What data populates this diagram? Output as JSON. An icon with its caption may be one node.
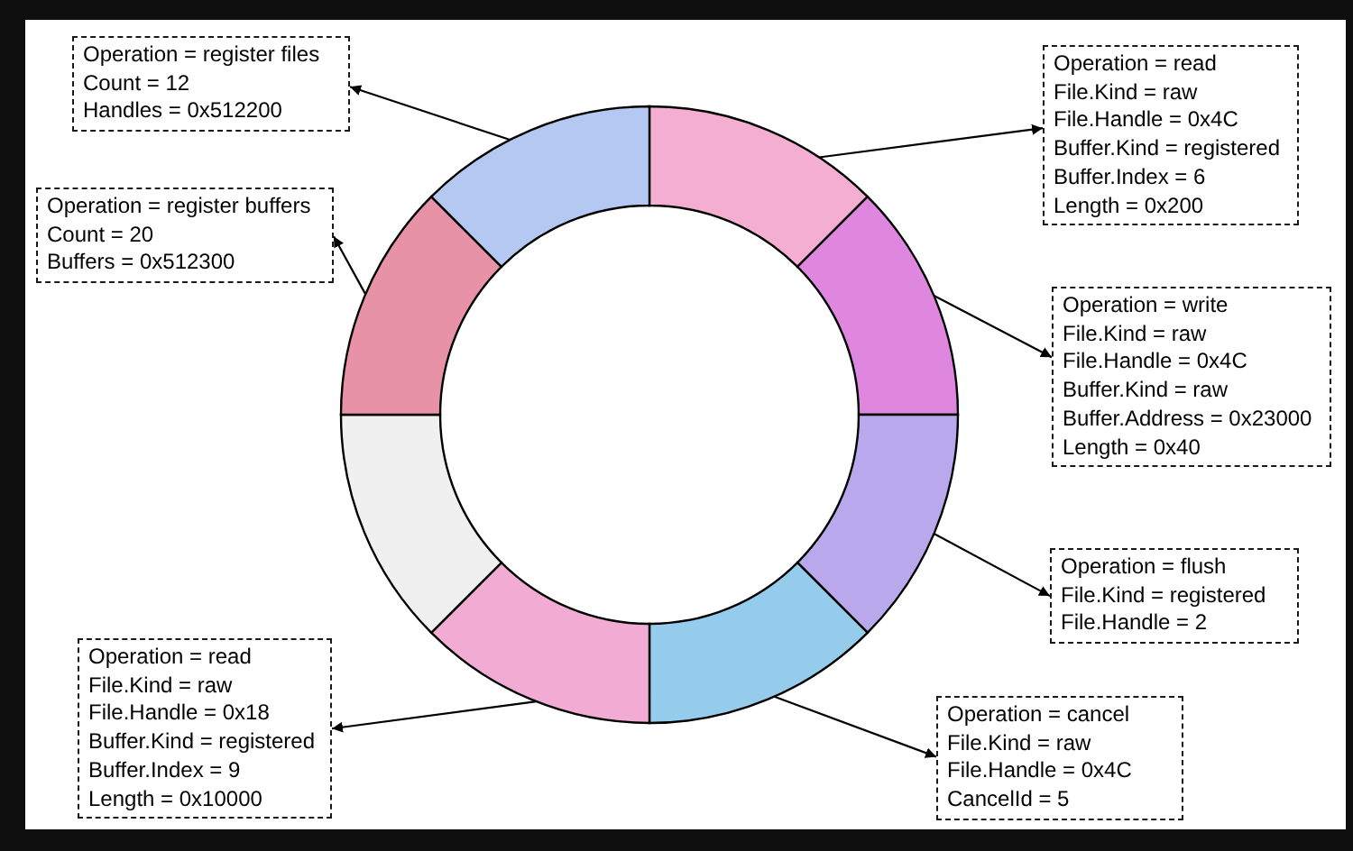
{
  "diagram": {
    "nodes": [
      {
        "text": [
          "Operation = register files",
          "Count = 12",
          "Handles = 0x512200"
        ]
      },
      {
        "text": [
          "Operation = read",
          "File.Kind = raw",
          "File.Handle = 0x4C",
          "Buffer.Kind = registered",
          "Buffer.Index = 6",
          "Length = 0x200"
        ]
      },
      {
        "text": [
          "Operation = register buffers",
          "Count = 20",
          "Buffers = 0x512300"
        ]
      },
      {
        "text": [
          "Operation = write",
          "File.Kind = raw",
          "File.Handle = 0x4C",
          "Buffer.Kind = raw",
          "Buffer.Address = 0x23000",
          "Length = 0x40"
        ]
      },
      {
        "text": [
          "Operation = flush",
          "File.Kind = registered",
          "File.Handle = 2"
        ]
      },
      {
        "text": [
          "Operation = read",
          "File.Kind = raw",
          "File.Handle = 0x18",
          "Buffer.Kind = registered",
          "Buffer.Index = 9",
          "Length = 0x10000"
        ]
      },
      {
        "text": [
          "Operation = cancel",
          "File.Kind = raw",
          "File.Handle = 0x4C",
          "CancelId = 5"
        ]
      },
      {
        "text": [],
        "shape": "segment"
      },
      {
        "text": [],
        "shape": "segment"
      },
      {
        "text": [],
        "shape": "segment"
      },
      {
        "text": [],
        "shape": "segment"
      },
      {
        "text": [],
        "shape": "segment"
      },
      {
        "text": [],
        "shape": "segment"
      },
      {
        "text": [],
        "shape": "segment"
      },
      {
        "text": [],
        "shape": "segment"
      }
    ],
    "edges": [
      {
        "from": 14,
        "to": 0,
        "arrow": "to"
      },
      {
        "from": 7,
        "to": 1,
        "arrow": "to"
      },
      {
        "from": 13,
        "to": 2,
        "arrow": "to"
      },
      {
        "from": 8,
        "to": 3,
        "arrow": "to"
      },
      {
        "from": 9,
        "to": 4,
        "arrow": "to"
      },
      {
        "from": 11,
        "to": 5,
        "arrow": "to"
      },
      {
        "from": 10,
        "to": 6,
        "arrow": "to"
      }
    ]
  }
}
